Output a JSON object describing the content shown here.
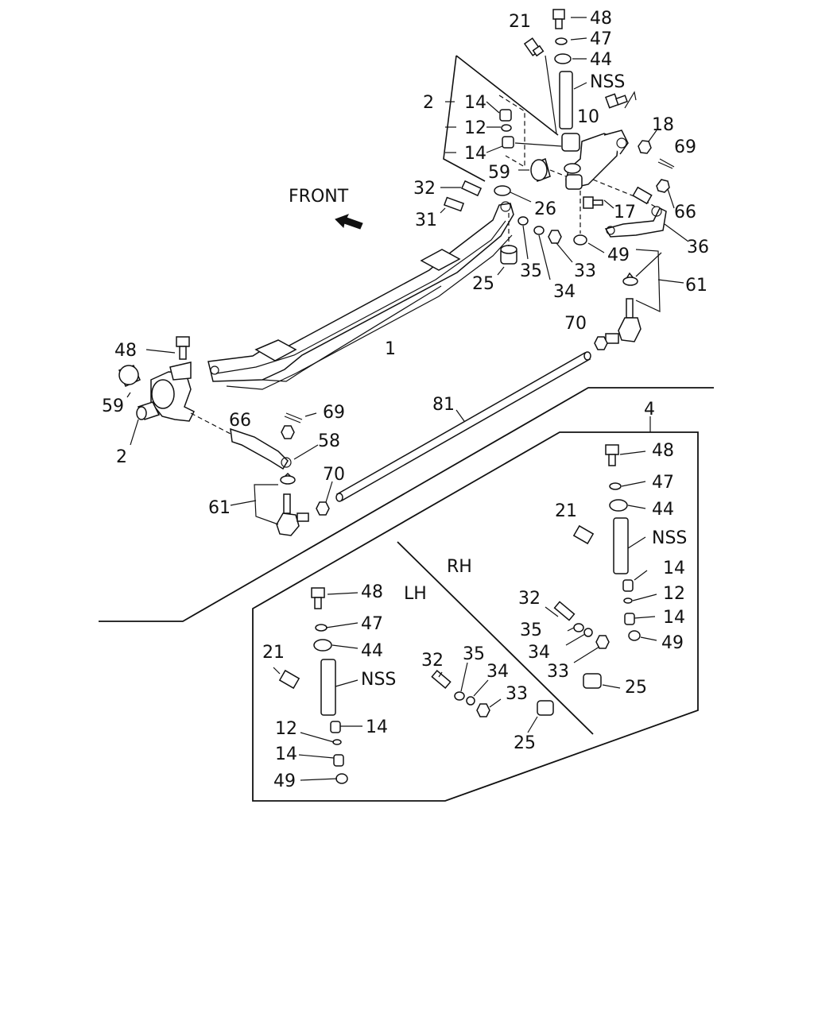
{
  "direction_label": "FRONT",
  "section_labels": {
    "rh": "RH",
    "lh": "LH"
  },
  "group_label": "4",
  "labels": {
    "l21a": "21",
    "l48a": "48",
    "l47a": "47",
    "l44a": "44",
    "nssA": "NSS",
    "l2a": "2",
    "l14a": "14",
    "l12a": "12",
    "l14b": "14",
    "l10": "10",
    "l18": "18",
    "l69a": "69",
    "l59a": "59",
    "l32a": "32",
    "l26": "26",
    "l17": "17",
    "l66a": "66",
    "l31": "31",
    "l36": "36",
    "l49a": "49",
    "l33a": "33",
    "l35a": "35",
    "l25a": "25",
    "l34a": "34",
    "l61a": "61",
    "l70a": "70",
    "l1": "1",
    "l48b": "48",
    "l59b": "59",
    "l2b": "2",
    "l66b": "66",
    "l69b": "69",
    "l58": "58",
    "l81": "81",
    "l70b": "70",
    "l61b": "61",
    "rh48": "48",
    "rh47": "47",
    "rh44": "44",
    "rh21": "21",
    "rhNSS": "NSS",
    "rh14a": "14",
    "rh12": "12",
    "rh14b": "14",
    "rh49": "49",
    "rh32": "32",
    "rh35": "35",
    "rh34": "34",
    "rh33": "33",
    "rh25": "25",
    "lh48": "48",
    "lh47": "47",
    "lh44": "44",
    "lh21": "21",
    "lhNSS": "NSS",
    "lh12": "12",
    "lh14a": "14",
    "lh14b": "14",
    "lh49": "49",
    "lh32": "32",
    "lh35": "35",
    "lh34": "34",
    "lh33": "33",
    "lh25": "25"
  }
}
